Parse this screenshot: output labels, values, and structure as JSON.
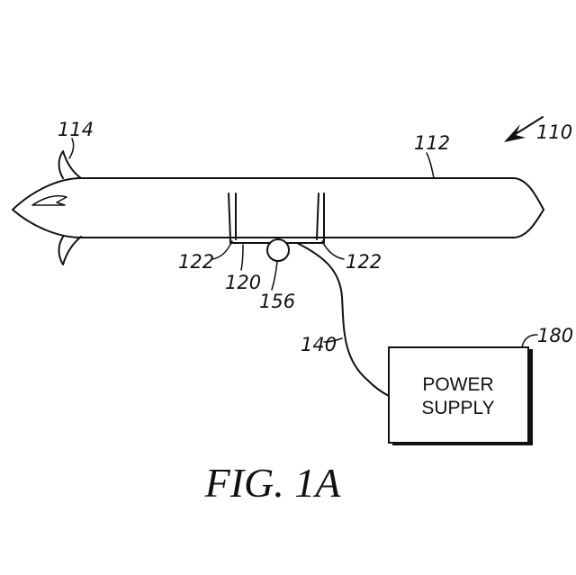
{
  "labels": {
    "ref_110": "110",
    "ref_112": "112",
    "ref_114": "114",
    "ref_122_left": "122",
    "ref_122_right": "122",
    "ref_120": "120",
    "ref_156": "156",
    "ref_140": "140",
    "ref_180": "180"
  },
  "power_supply": {
    "line1": "POWER",
    "line2": "SUPPLY"
  },
  "caption": "FIG. 1A"
}
